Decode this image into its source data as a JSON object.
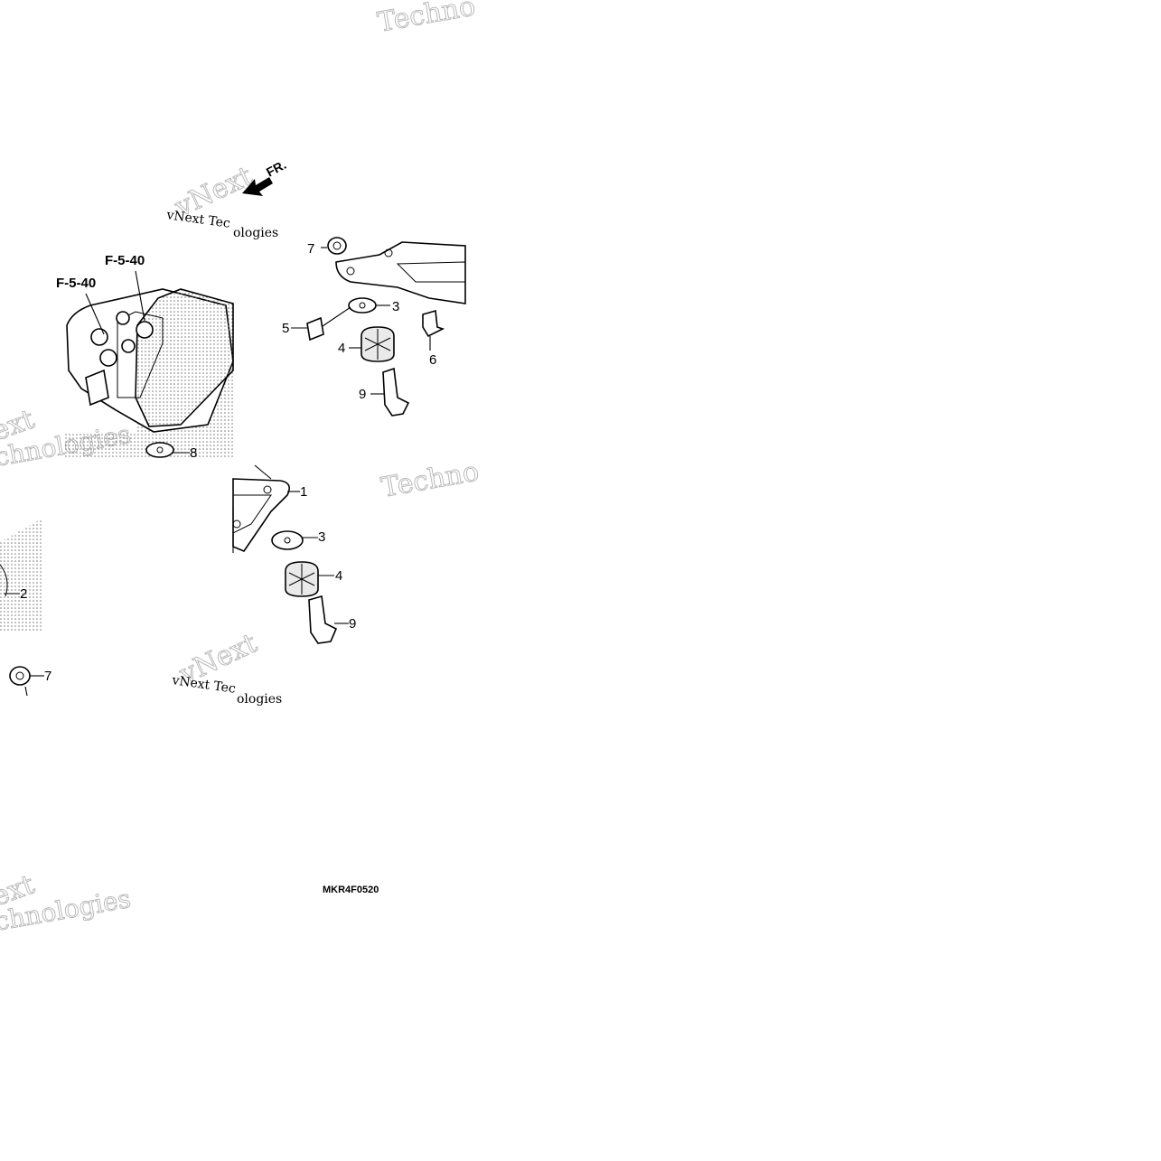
{
  "diagram": {
    "code": "MKR4F0520",
    "direction_label": "FR.",
    "reference_labels": [
      "F-5-40",
      "F-5-40"
    ],
    "callouts": [
      "7",
      "5",
      "3",
      "4",
      "6",
      "9",
      "8",
      "1",
      "3",
      "4",
      "9",
      "2",
      "7"
    ],
    "watermark": {
      "brand": "vNext",
      "brand_full": "vNext Tec",
      "tech": "Technologies",
      "tech_short": "Techno",
      "tech_partial": "chnologies",
      "logies": "ologies",
      "next": "ext"
    }
  }
}
